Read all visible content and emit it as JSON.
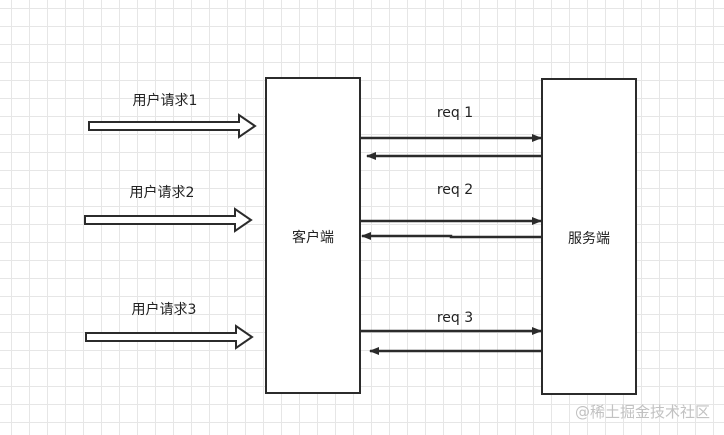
{
  "diagram": {
    "client_box": {
      "label": "客户端"
    },
    "server_box": {
      "label": "服务端"
    },
    "user_requests": [
      {
        "label": "用户请求1"
      },
      {
        "label": "用户请求2"
      },
      {
        "label": "用户请求3"
      }
    ],
    "requests": [
      {
        "label": "req 1"
      },
      {
        "label": "req 2"
      },
      {
        "label": "req 3"
      }
    ],
    "stroke_color": "#2b2b2b",
    "grid_color": "#e6e6e6"
  },
  "watermark": "@稀土掘金技术社区"
}
